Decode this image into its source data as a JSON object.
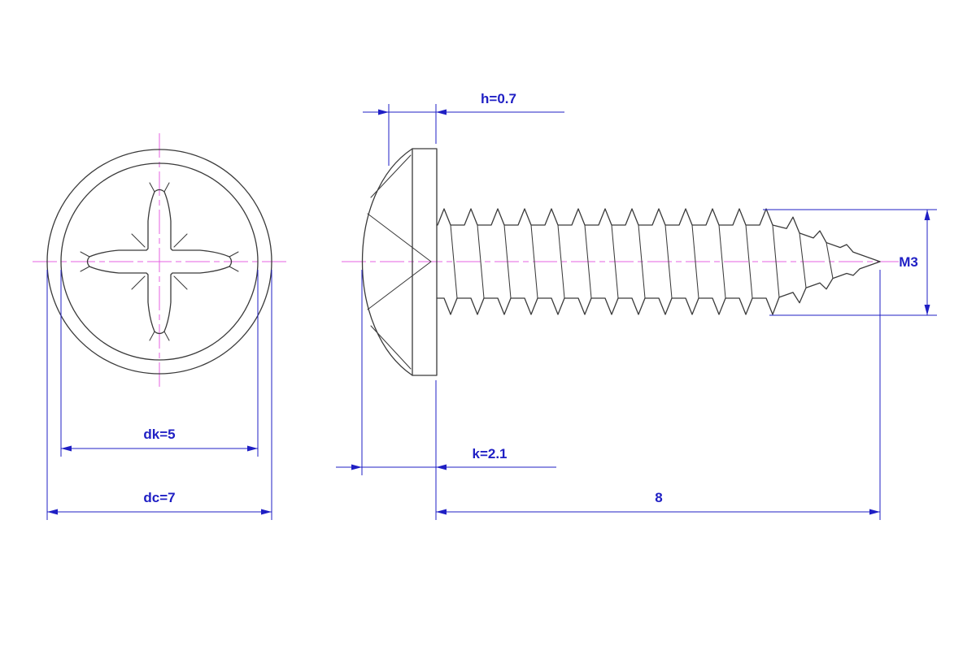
{
  "labels": {
    "h": "h=0.7",
    "k": "k=2.1",
    "dk": "dk=5",
    "dc": "dc=7",
    "length": "8",
    "thread_size": "M3"
  },
  "colors": {
    "dimension": "#1f1fc4",
    "centerline": "#e560e0",
    "outline": "#3a3a3a",
    "background": "#ffffff"
  }
}
